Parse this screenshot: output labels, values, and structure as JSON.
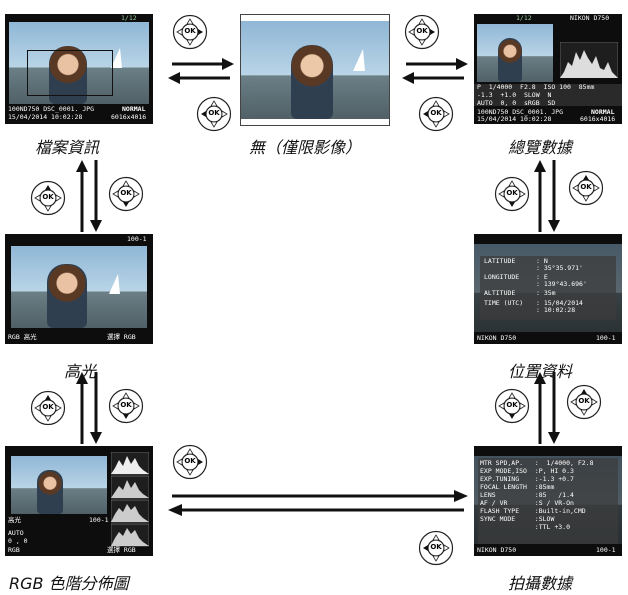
{
  "screens": {
    "file_info": {
      "caption": "檔案資訊",
      "frame_count": "1/12",
      "folder_file": "100ND750 DSC_0001. JPG",
      "datetime": "15/04/2014 10:02:28",
      "quality": "NORMAL",
      "size": "6016x4016"
    },
    "none": {
      "caption": "無（僅限影像）"
    },
    "overview": {
      "caption": "總覽數據",
      "frame_count": "1/12",
      "camera": "NIKON D750",
      "row1": "P  1/4000  F2.8  ISO 100  85mm",
      "row2": "-1.3  +1.0  SLOW  N",
      "row3": "AUTO  0, 0  sRGB  SD",
      "folder_file": "100ND750 DSC_0001. JPG",
      "datetime": "15/04/2014 10:02:28",
      "quality": "NORMAL",
      "size": "6016x4016"
    },
    "highlights": {
      "caption": "高光",
      "frame_id": "100-1",
      "channel": "RGB 高光",
      "select_hint": "選擇 RGB"
    },
    "location": {
      "caption": "位置資料",
      "latitude_label": "LATITUDE",
      "latitude_value": ": N\n: 35°35.971'",
      "longitude_label": "LONGITUDE",
      "longitude_value": ": E\n: 139°43.696'",
      "altitude_label": "ALTITUDE",
      "altitude_value": ": 35m",
      "time_label": "TIME (UTC)",
      "time_value": ": 15/04/2014\n: 10:02:28",
      "camera": "NIKON D750",
      "frame_id": "100-1"
    },
    "rgb_histogram": {
      "caption": "RGB 色階分佈圖",
      "channel": "高光",
      "frame_id": "100-1",
      "wb": "AUTO",
      "wb_values": "0 , 0",
      "rgb_label": "RGB",
      "select_hint": "選擇 RGB"
    },
    "shooting": {
      "caption": "拍攝數據",
      "lines": [
        "MTR SPD,AP.   :  1/4000, F2.8",
        "EXP MODE,ISO  :P, HI 0.3",
        "EXP.TUNING    :-1.3 +0.7",
        "FOCAL LENGTH  :85mm",
        "LENS          :85   /1.4",
        "AF / VR       :S / VR-On",
        "FLASH TYPE    :Built-in,CMD",
        "SYNC MODE     :SLOW",
        "              :TTL +3.0"
      ],
      "camera": "NIKON D750",
      "frame_id": "100-1"
    }
  },
  "multi_selector": {
    "center_label": "OK"
  }
}
